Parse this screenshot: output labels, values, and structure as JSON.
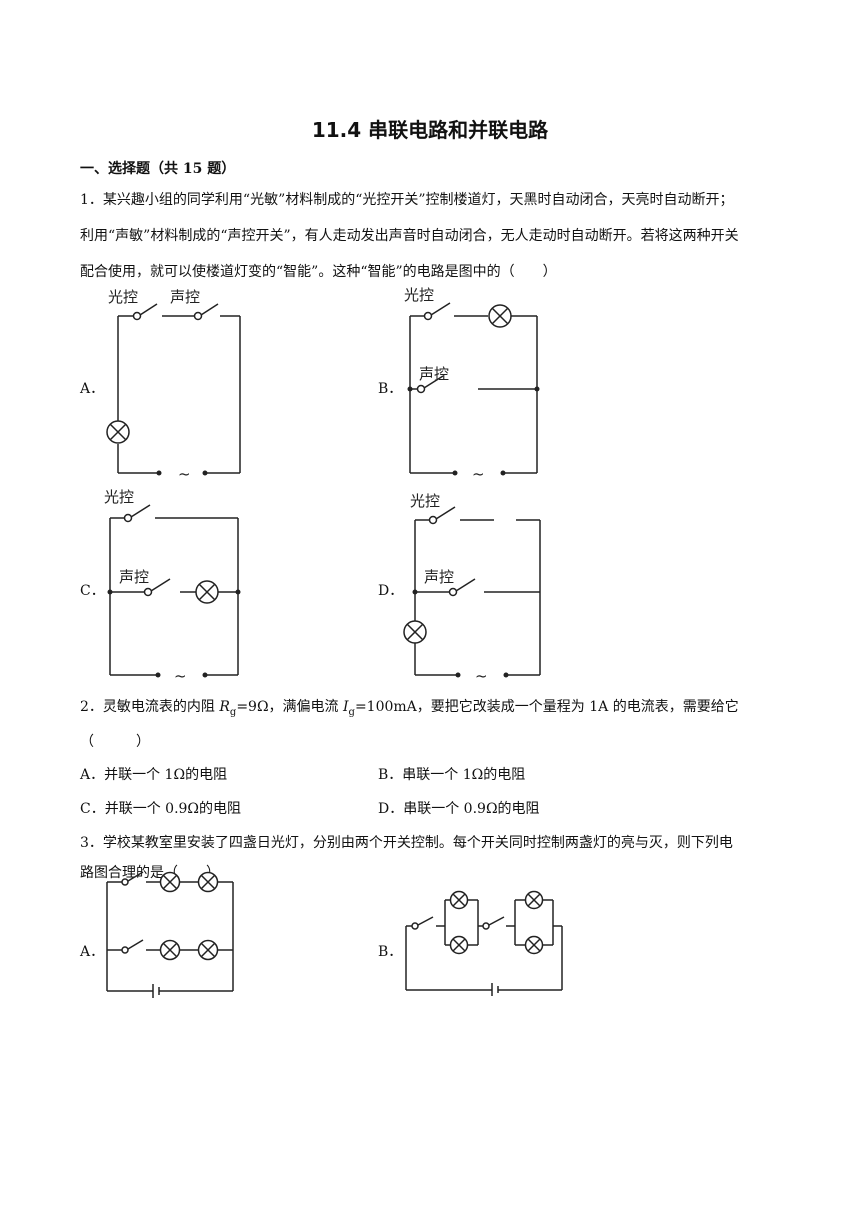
{
  "title": "11.4 串联电路和并联电路",
  "section": "一、选择题（共 15 题）",
  "q1": {
    "line1": "1．某兴趣小组的同学利用“光敏”材料制成的“光控开关”控制楼道灯，天黑时自动闭合，天亮时自动断开；",
    "line2": "利用“声敏”材料制成的“声控开关”，有人走动发出声音时自动闭合，无人走动时自动断开。若将这两种开关",
    "line3": "配合使用，就可以使楼道灯变的“智能”。这种“智能”的电路是图中的（　　）",
    "opt_a": "A．",
    "opt_b": "B．",
    "opt_c": "C．",
    "opt_d": "D．",
    "light_switch": "光控",
    "sound_switch": "声控",
    "ac_symbol": "~"
  },
  "q2": {
    "stem_pre": "2．灵敏电流表的内阻 ",
    "r_sym": "R",
    "r_sub": "g",
    "r_val": "=9Ω，满偏电流 ",
    "i_sym": "I",
    "i_sub": "g",
    "i_val": "=100mA，要把它改装成一个量程为 1A 的电流表，需要给它",
    "paren": "（　　　）",
    "a": "A．并联一个 1Ω的电阻",
    "b": "B．串联一个 1Ω的电阻",
    "c": "C．并联一个 0.9Ω的电阻",
    "d": "D．串联一个 0.9Ω的电阻"
  },
  "q3": {
    "line1": "3．学校某教室里安装了四盏日光灯，分别由两个开关控制。每个开关同时控制两盏灯的亮与灭，则下列电",
    "line2": "路图合理的是（　　）",
    "opt_a": "A．",
    "opt_b": "B．"
  }
}
